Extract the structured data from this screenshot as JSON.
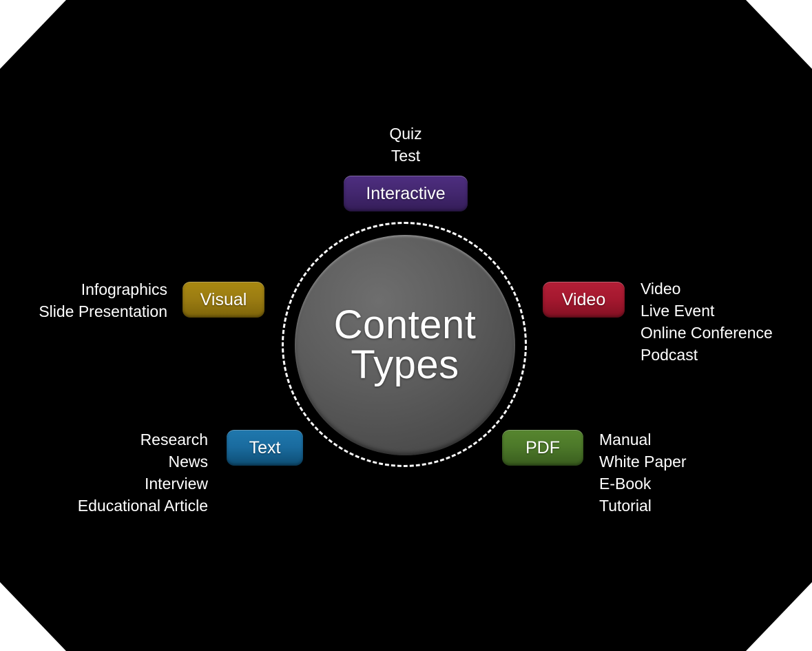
{
  "diagram": {
    "title": "Content Types",
    "background_color": "#000000",
    "page_color": "#ffffff",
    "hub": {
      "label": "Content\nTypes",
      "fill_color": "#5d5d5d",
      "ring_style": "dashed",
      "ring_color": "#ffffff"
    },
    "branches": [
      {
        "id": "interactive",
        "badge_label": "Interactive",
        "badge_color": "#43276f",
        "badge_color_dark": "#341d57",
        "position": "top",
        "text_align": "center",
        "items": [
          "Quiz",
          "Test"
        ],
        "items_text": "Quiz\nTest"
      },
      {
        "id": "visual",
        "badge_label": "Visual",
        "badge_color": "#9b7c12",
        "badge_color_dark": "#836809",
        "position": "left-upper",
        "text_align": "right",
        "items": [
          "Infographics",
          "Slide Presentation"
        ],
        "items_text": "Infographics\nSlide Presentation"
      },
      {
        "id": "video",
        "badge_label": "Video",
        "badge_color": "#a5182f",
        "badge_color_dark": "#871024",
        "position": "right-upper",
        "text_align": "left",
        "items": [
          "Video",
          "Live Event",
          "Online Conference",
          "Podcast"
        ],
        "items_text": "Video\nLive Event\nOnline Conference\nPodcast"
      },
      {
        "id": "text",
        "badge_label": "Text",
        "badge_color": "#1a6b9e",
        "badge_color_dark": "#0e5179",
        "position": "left-lower",
        "text_align": "right",
        "items": [
          "Research",
          "News",
          "Interview",
          "Educational Article"
        ],
        "items_text": "Research\nNews\nInterview\nEducational Article"
      },
      {
        "id": "pdf",
        "badge_label": "PDF",
        "badge_color": "#4c7829",
        "badge_color_dark": "#3c6220",
        "position": "right-lower",
        "text_align": "left",
        "items": [
          "Manual",
          "White Paper",
          "E-Book",
          "Tutorial"
        ],
        "items_text": "Manual\nWhite Paper\nE-Book\nTutorial"
      }
    ]
  }
}
